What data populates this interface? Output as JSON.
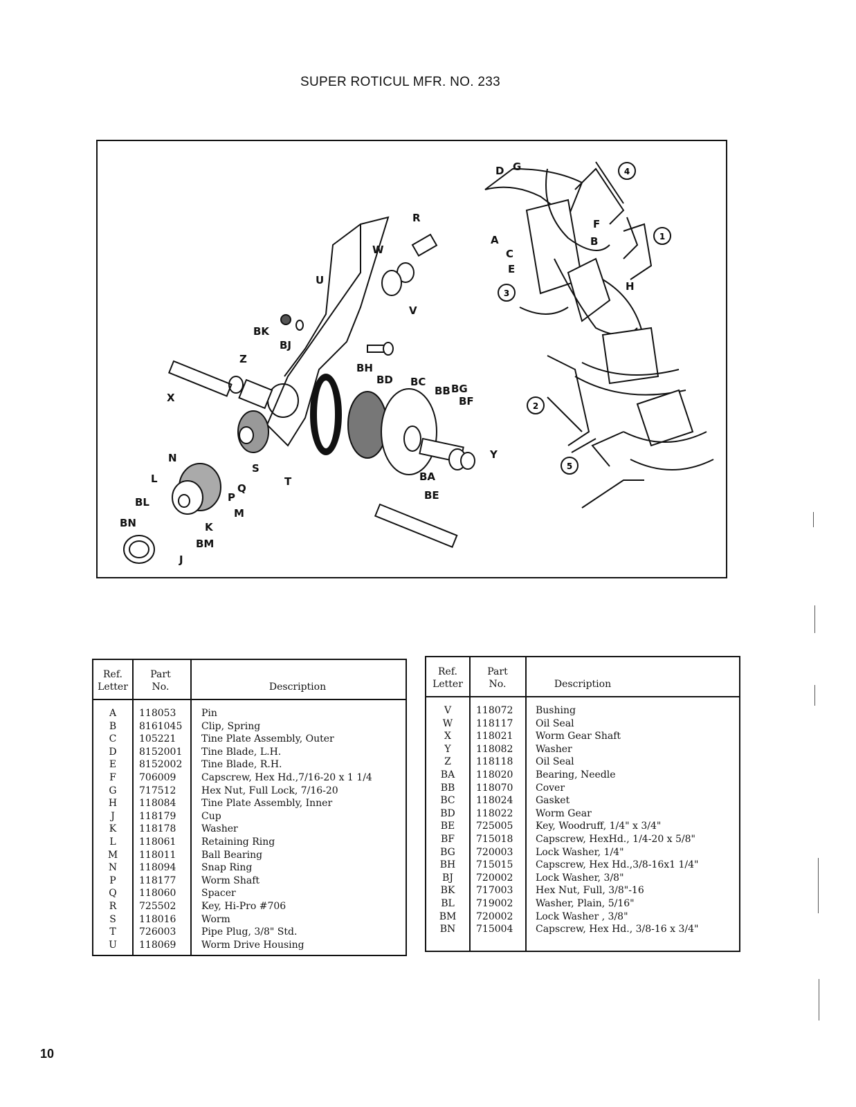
{
  "title": "SUPER ROTICUL  MFR. NO. 233",
  "page_number": "10",
  "diagram": {
    "labels": [
      "A",
      "B",
      "C",
      "D",
      "E",
      "F",
      "G",
      "H",
      "J",
      "K",
      "L",
      "M",
      "N",
      "P",
      "Q",
      "R",
      "S",
      "T",
      "U",
      "V",
      "W",
      "X",
      "Y",
      "Z",
      "BA",
      "BB",
      "BC",
      "BD",
      "BE",
      "BF",
      "BG",
      "BH",
      "BJ",
      "BK",
      "BL",
      "BM",
      "BN"
    ],
    "callouts": [
      "1",
      "2",
      "3",
      "4",
      "5"
    ]
  },
  "tables": {
    "headers": {
      "ref_line1": "Ref.",
      "ref_line2": "Letter",
      "part_line1": "Part",
      "part_line2": "No.",
      "description": "Description"
    },
    "left": [
      {
        "ref": "A",
        "part": "118053",
        "desc": "Pin"
      },
      {
        "ref": "B",
        "part": "8161045",
        "desc": "Clip, Spring"
      },
      {
        "ref": "C",
        "part": "105221",
        "desc": "Tine Plate Assembly, Outer"
      },
      {
        "ref": "D",
        "part": "8152001",
        "desc": "Tine Blade, L.H."
      },
      {
        "ref": "E",
        "part": "8152002",
        "desc": "Tine Blade, R.H."
      },
      {
        "ref": "F",
        "part": "706009",
        "desc": "Capscrew, Hex Hd.,7/16-20 x 1 1/4"
      },
      {
        "ref": "G",
        "part": "717512",
        "desc": "Hex Nut, Full Lock, 7/16-20"
      },
      {
        "ref": "H",
        "part": "118084",
        "desc": "Tine Plate Assembly, Inner"
      },
      {
        "ref": "J",
        "part": "118179",
        "desc": "Cup"
      },
      {
        "ref": "K",
        "part": "118178",
        "desc": "Washer"
      },
      {
        "ref": "L",
        "part": "118061",
        "desc": "Retaining Ring"
      },
      {
        "ref": "M",
        "part": "118011",
        "desc": "Ball Bearing"
      },
      {
        "ref": "N",
        "part": "118094",
        "desc": "Snap Ring"
      },
      {
        "ref": "P",
        "part": "118177",
        "desc": "Worm Shaft"
      },
      {
        "ref": "Q",
        "part": "118060",
        "desc": "Spacer"
      },
      {
        "ref": "R",
        "part": "725502",
        "desc": "Key, Hi-Pro #706"
      },
      {
        "ref": "S",
        "part": "118016",
        "desc": "Worm"
      },
      {
        "ref": "T",
        "part": "726003",
        "desc": "Pipe Plug, 3/8\" Std."
      },
      {
        "ref": "U",
        "part": "118069",
        "desc": "Worm Drive Housing"
      }
    ],
    "right": [
      {
        "ref": "V",
        "part": "118072",
        "desc": "Bushing"
      },
      {
        "ref": "W",
        "part": "118117",
        "desc": "Oil Seal"
      },
      {
        "ref": "X",
        "part": "118021",
        "desc": "Worm Gear Shaft"
      },
      {
        "ref": "Y",
        "part": "118082",
        "desc": "Washer"
      },
      {
        "ref": "Z",
        "part": "118118",
        "desc": "Oil Seal"
      },
      {
        "ref": "BA",
        "part": "118020",
        "desc": "Bearing, Needle"
      },
      {
        "ref": "BB",
        "part": "118070",
        "desc": "Cover"
      },
      {
        "ref": "BC",
        "part": "118024",
        "desc": "Gasket"
      },
      {
        "ref": "BD",
        "part": "118022",
        "desc": "Worm Gear"
      },
      {
        "ref": "BE",
        "part": "725005",
        "desc": "Key, Woodruff, 1/4\" x 3/4\""
      },
      {
        "ref": "BF",
        "part": "715018",
        "desc": "Capscrew, HexHd., 1/4-20 x 5/8\""
      },
      {
        "ref": "BG",
        "part": "720003",
        "desc": "Lock Washer, 1/4\""
      },
      {
        "ref": "BH",
        "part": "715015",
        "desc": "Capscrew, Hex Hd.,3/8-16x1 1/4\""
      },
      {
        "ref": "BJ",
        "part": "720002",
        "desc": "Lock Washer, 3/8\""
      },
      {
        "ref": "BK",
        "part": "717003",
        "desc": "Hex Nut, Full, 3/8\"-16"
      },
      {
        "ref": "BL",
        "part": "719002",
        "desc": "Washer, Plain, 5/16\""
      },
      {
        "ref": "BM",
        "part": "720002",
        "desc": "Lock Washer , 3/8\""
      },
      {
        "ref": "BN",
        "part": "715004",
        "desc": "Capscrew, Hex Hd., 3/8-16 x 3/4\""
      }
    ]
  }
}
